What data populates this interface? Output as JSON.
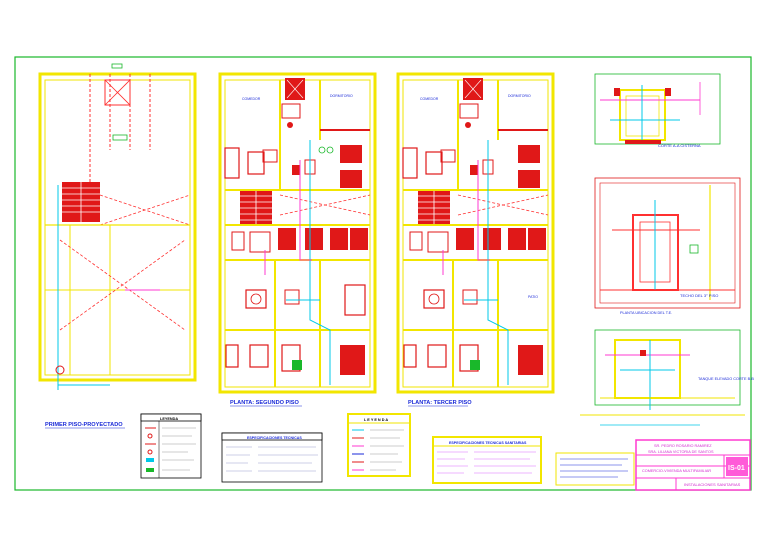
{
  "plans": {
    "first": {
      "title": "PRIMER PISO-PROYECTADO"
    },
    "second": {
      "title": "PLANTA: SEGUNDO PISO",
      "room_top_left": "COMEDOR",
      "room_top_right": "DORMITORIO"
    },
    "third": {
      "title": "PLANTA: TERCER PISO",
      "room_top_left": "COMEDOR",
      "room_top_right": "DORMITORIO",
      "patio": "PATIO"
    }
  },
  "details": {
    "cistern_section": "CORTE A-A  CISTERNA",
    "roof_plan": "TECHO DEL 3° PISO",
    "location_plan": "PLANTA UBICACION DEL T.E.",
    "elevated_tank": "TANQUE ELEVADO CORTE B-B"
  },
  "boxes": {
    "legend_water": "LEYENDA",
    "legend_sanitary": "L E Y E N D A",
    "general_notes": "ESPECIFICACIONES TECNICAS",
    "special_notes": "ESPECIFICACIONES TECNICAS SANITARIAS"
  },
  "title_block": {
    "owner_line1": "SR. PEDRO ROSARIO RAMIREZ",
    "owner_line2": "SRA. LILIANA VICTORIA DE SANTOS",
    "project": "COMERCIO-VIVIENDA MULTIFAMILIAR",
    "sheet_code": "IS-01",
    "sheet_title": "INSTALACIONES SANITARIAS"
  },
  "colors": {
    "wall": "#f2e600",
    "fixture": "#e01818",
    "water": "#00c8e8",
    "sewer": "#ff3ad0",
    "frame": "#19b82a",
    "text": "#1a2ad8"
  }
}
